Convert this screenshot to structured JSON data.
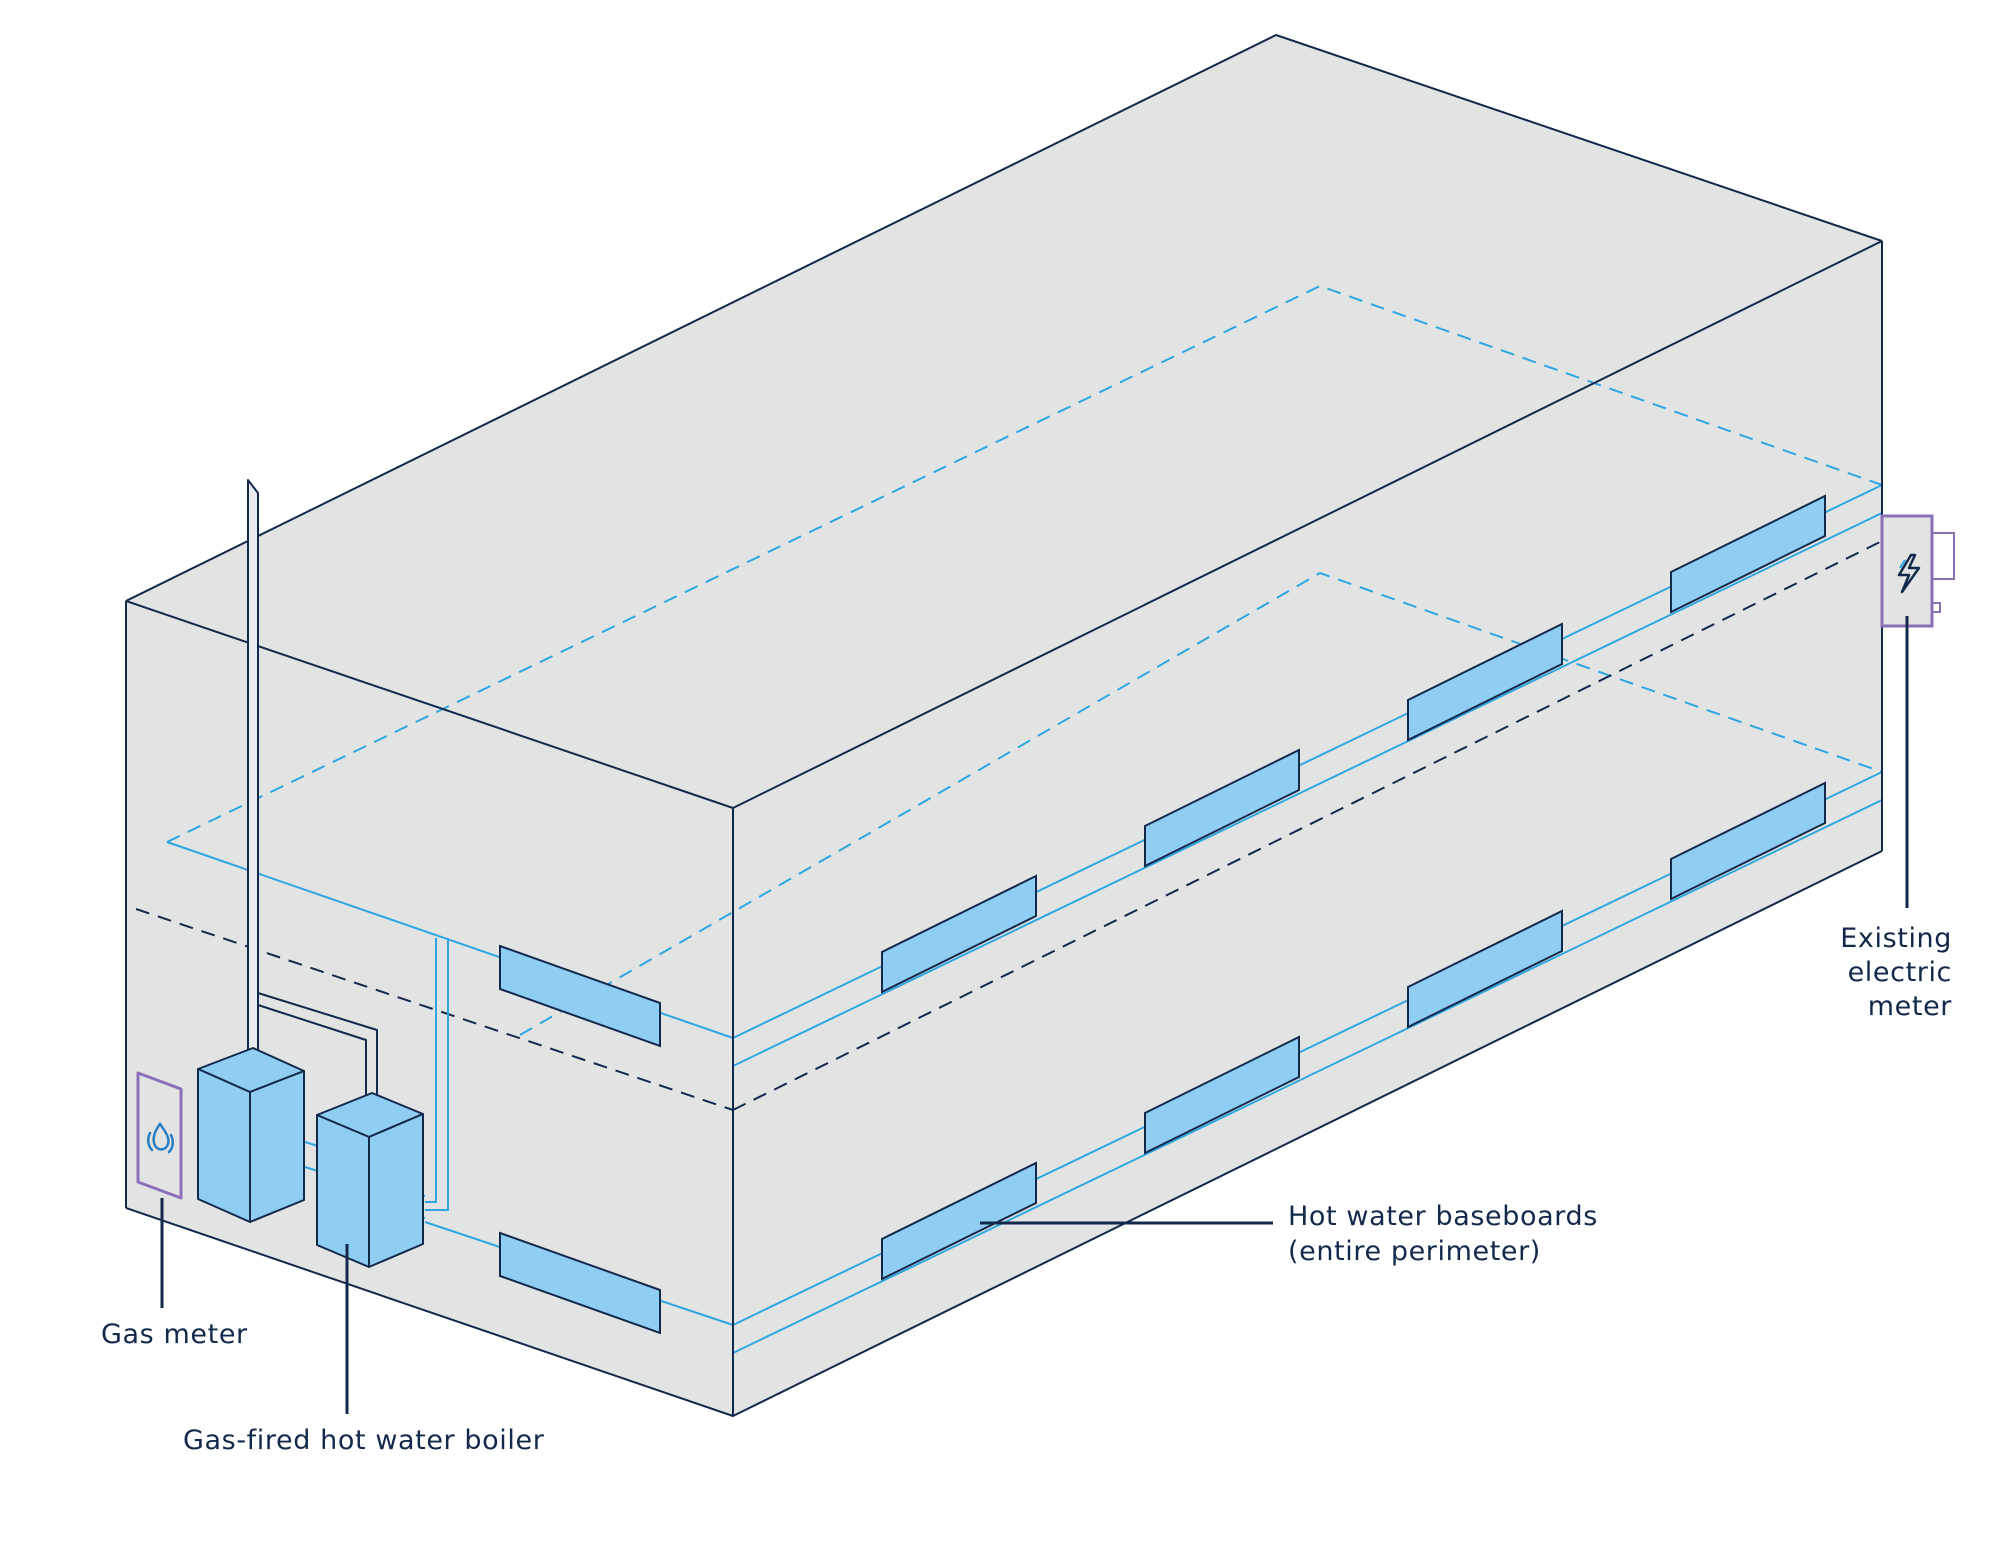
{
  "labels": {
    "gas_meter": "Gas meter",
    "boiler": "Gas-fired hot water boiler",
    "baseboards_line1": "Hot water baseboards",
    "baseboards_line2": "(entire perimeter)",
    "electric_line1": "Existing",
    "electric_line2": "electric",
    "electric_line3": "meter"
  },
  "icons": {
    "gas_meter": "gas-flame-icon",
    "electric_meter": "lightning-bolt-icon"
  },
  "colors": {
    "outline": "#13294b",
    "wall": "#e2e4e4",
    "pipe": "#2fa6e0",
    "baseboard_fill": "#8fcdf2",
    "meter_outline": "#8b6fb8"
  }
}
